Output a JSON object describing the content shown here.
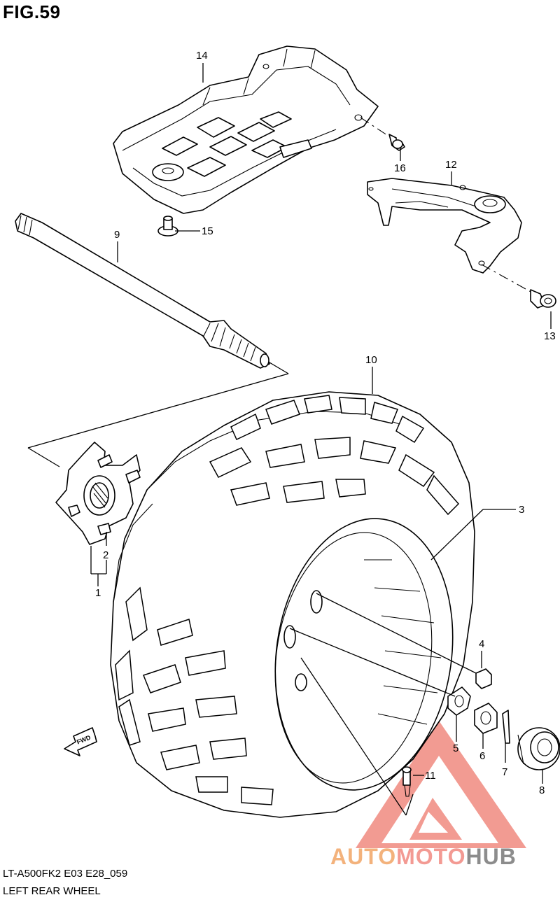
{
  "figure": {
    "title": "FIG.59"
  },
  "callouts": {
    "p1": "1",
    "p2": "2",
    "p3": "3",
    "p4": "4",
    "p5": "5",
    "p6": "6",
    "p7": "7",
    "p8": "8",
    "p9": "9",
    "p10": "10",
    "p11": "11",
    "p12": "12",
    "p13": "13",
    "p14": "14",
    "p15": "15",
    "p16": "16"
  },
  "direction_arrow": {
    "label": "FWD"
  },
  "footer": {
    "model_code": "LT-A500FK2  E03  E28_059",
    "assembly_name": "LEFT REAR WHEEL"
  },
  "watermark": {
    "part1": "AUTO",
    "part2": "MOTO",
    "part3": "HUB",
    "colors": {
      "logo": "#f08a80",
      "auto": "#f3b27c",
      "moto": "#f39a93",
      "hub": "#8c8c8c"
    }
  }
}
